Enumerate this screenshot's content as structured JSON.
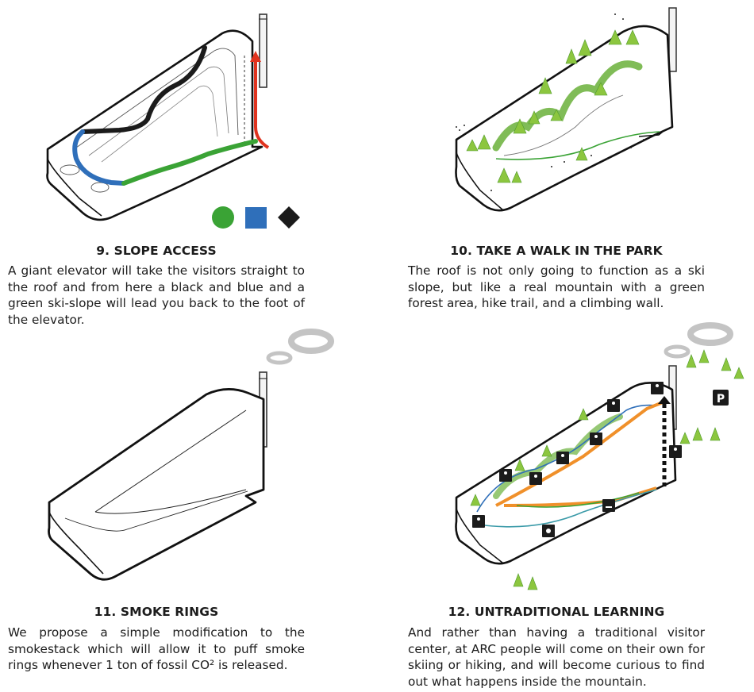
{
  "panels": [
    {
      "title": "9. SLOPE ACCESS",
      "text": "A giant elevator will take the visitors straight to the roof and from here a black and blue and a green ski-slope will lead you back to the foot of the elevator.",
      "legend": [
        {
          "shape": "circle",
          "color": "#3aa335"
        },
        {
          "shape": "square",
          "color": "#2f6fba"
        },
        {
          "shape": "diamond",
          "color": "#1b1b1b"
        }
      ]
    },
    {
      "title": "10. TAKE A WALK IN THE PARK",
      "text": "The roof is not only going to function as a ski slope, but like a real mountain with a green forest area, hike trail, and a climbing wall."
    },
    {
      "title": "11. SMOKE RINGS",
      "text": "We propose a simple modification to the smokestack which will allow it to puff smoke rings whenever 1 ton of fossil CO² is released."
    },
    {
      "title": "12. UNTRADITIONAL LEARNING",
      "text": "And rather than having a traditional visitor center, at ARC people will come on their own for skiing or hiking, and will become curious to find out what happens inside the mountain.",
      "parking_label": "P"
    }
  ],
  "colors": {
    "green": "#3aa335",
    "blue": "#2f6fba",
    "black": "#1b1b1b",
    "red": "#e0331f",
    "orange": "#f0902a",
    "teal": "#3a9aa8",
    "ring": "#c4c4c4",
    "tree": "#8cc63f",
    "tree_dark": "#4f9a2a"
  }
}
